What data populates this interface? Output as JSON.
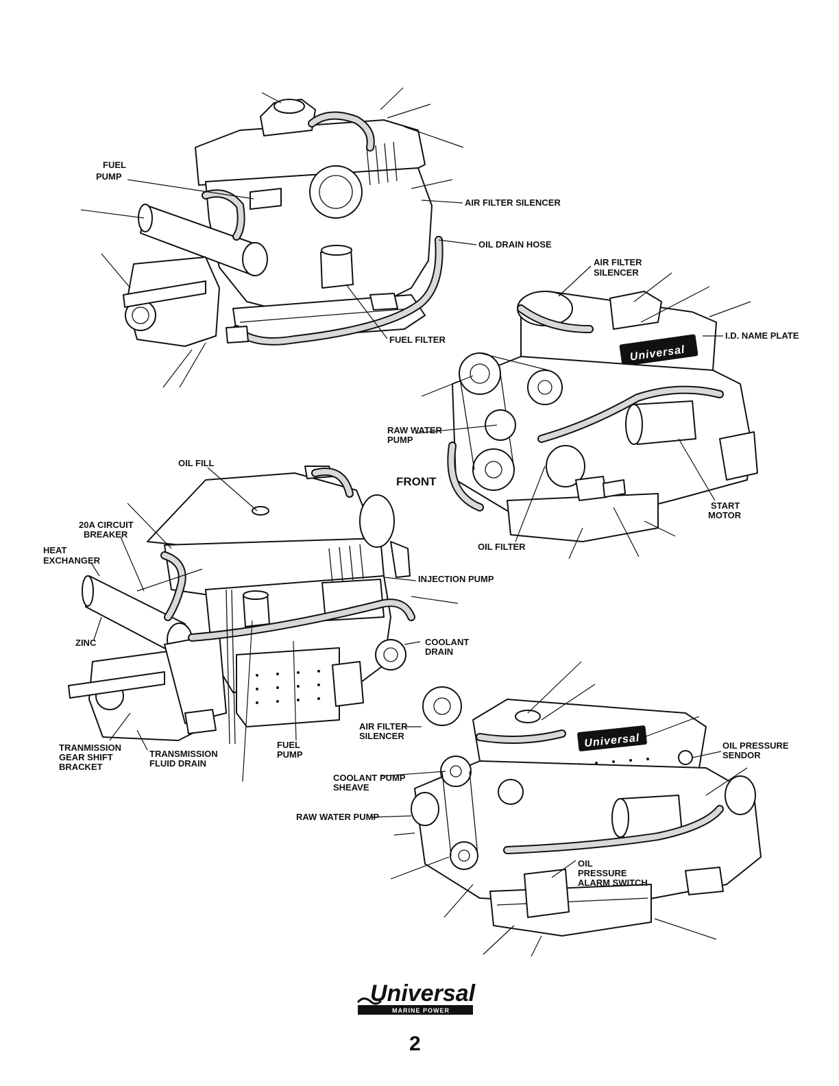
{
  "page_number": "2",
  "brand": {
    "name": "Universal",
    "tagline": "MARINE POWER"
  },
  "front_label": "FRONT",
  "name_plate_text": "Universal",
  "views": {
    "top_left": {
      "labels": {
        "fuel_pump": [
          "FUEL",
          "PUMP"
        ],
        "air_filter_silencer": "AIR FILTER SILENCER",
        "oil_drain_hose": "OIL DRAIN HOSE",
        "fuel_filter": "FUEL FILTER"
      }
    },
    "right_front": {
      "labels": {
        "air_filter_silencer": [
          "AIR FILTER",
          "SILENCER"
        ],
        "id_name_plate": "I.D. NAME PLATE",
        "raw_water_pump": [
          "RAW WATER",
          "PUMP"
        ],
        "start_motor": [
          "START",
          "MOTOR"
        ],
        "oil_filter": "OIL FILTER"
      }
    },
    "middle_left": {
      "labels": {
        "oil_fill": "OIL FILL",
        "circuit_breaker": [
          "20A CIRCUIT",
          "BREAKER"
        ],
        "heat_exchanger": [
          "HEAT",
          "EXCHANGER"
        ],
        "injection_pump": "INJECTION PUMP",
        "zinc": "ZINC",
        "coolant_drain": [
          "COOLANT",
          "DRAIN"
        ],
        "transmission_bracket": [
          "TRANMISSION",
          "GEAR SHIFT",
          "BRACKET"
        ],
        "transmission_fluid_drain": [
          "TRANSMISSION",
          "FLUID DRAIN"
        ],
        "fuel_pump": [
          "FUEL",
          "PUMP"
        ]
      }
    },
    "bottom_right": {
      "labels": {
        "air_filter_silencer": [
          "AIR FILTER",
          "SILENCER"
        ],
        "oil_pressure_sendor": [
          "OIL PRESSURE",
          "SENDOR"
        ],
        "coolant_pump_sheave": [
          "COOLANT PUMP",
          "SHEAVE"
        ],
        "raw_water_pump": "RAW WATER PUMP",
        "oil_pressure_alarm_switch": [
          "OIL",
          "PRESSURE",
          "ALARM SWITCH"
        ]
      }
    }
  }
}
